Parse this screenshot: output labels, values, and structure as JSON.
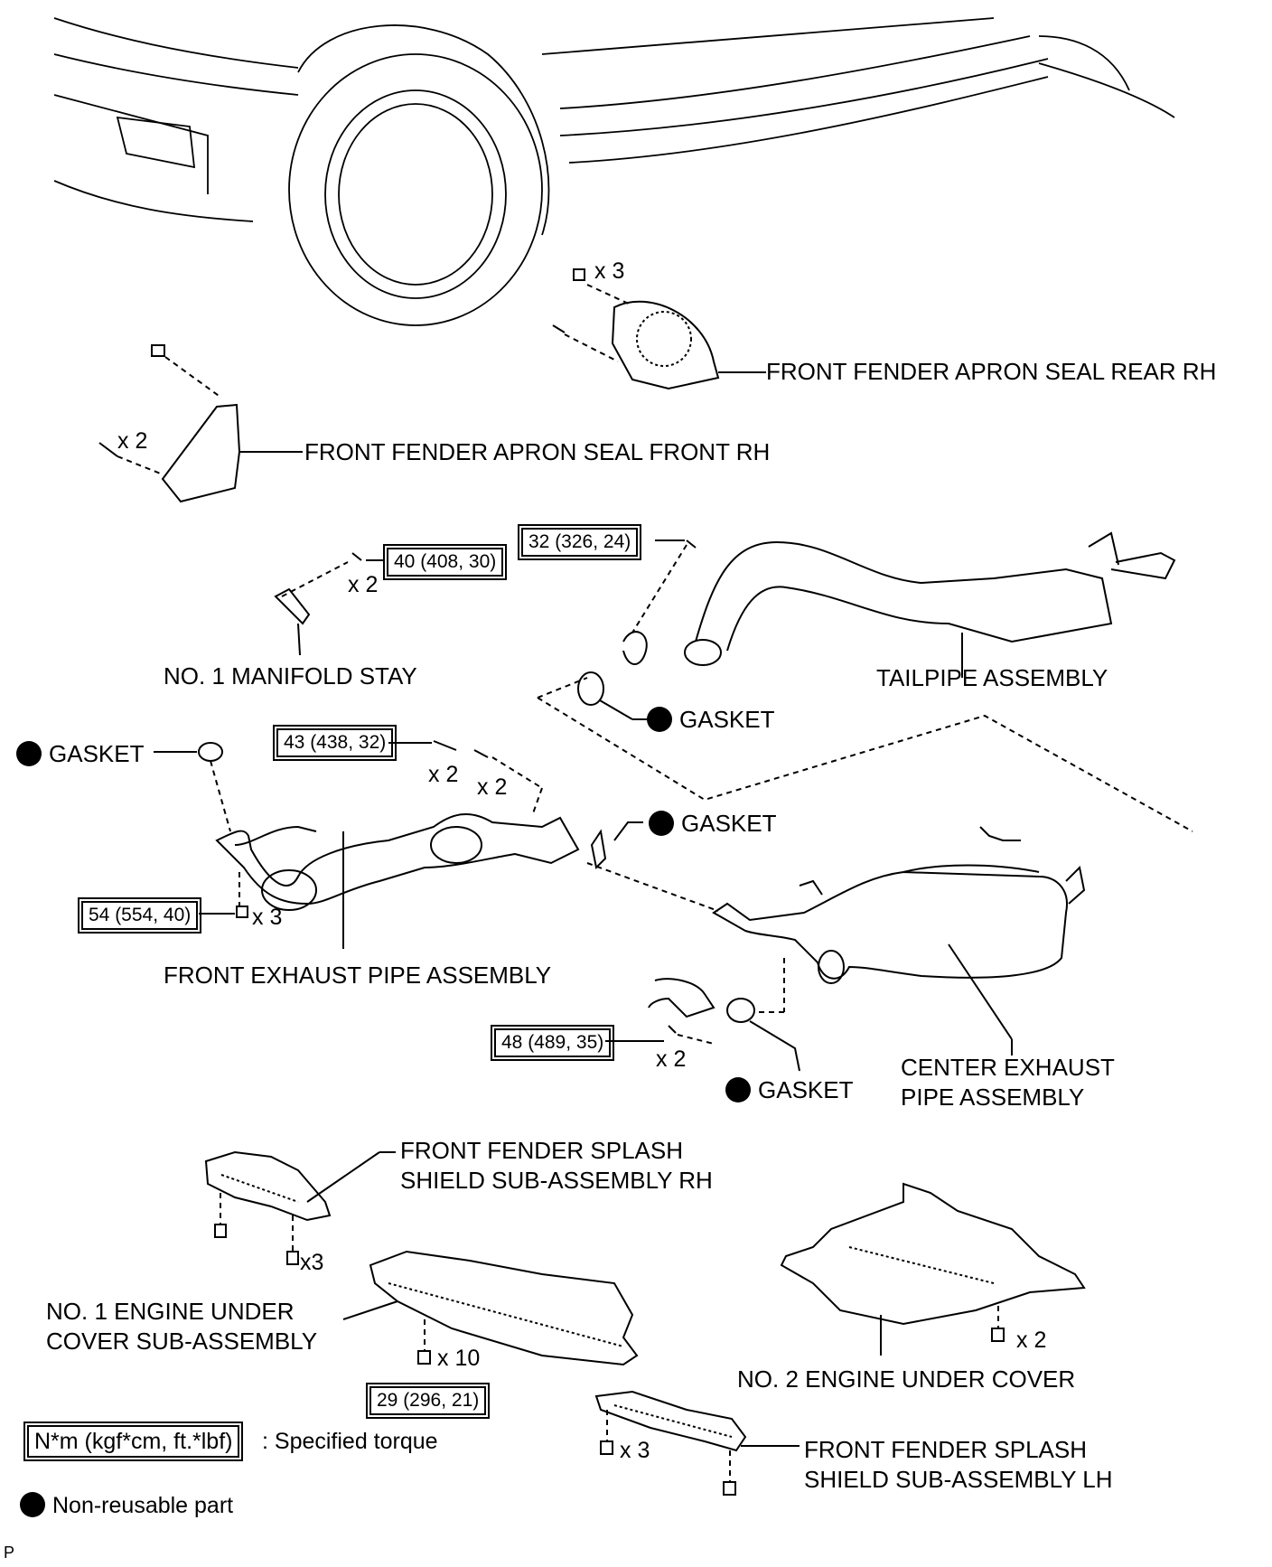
{
  "labels": {
    "seal_rear_rh": "FRONT FENDER APRON SEAL REAR RH",
    "seal_front_rh": "FRONT FENDER APRON SEAL FRONT RH",
    "manifold_stay": "NO. 1 MANIFOLD STAY",
    "tailpipe": "TAILPIPE ASSEMBLY",
    "gasket": "GASKET",
    "front_exhaust": "FRONT EXHAUST PIPE ASSEMBLY",
    "center_exhaust_1": "CENTER EXHAUST",
    "center_exhaust_2": "PIPE ASSEMBLY",
    "splash_rh_1": "FRONT FENDER SPLASH",
    "splash_rh_2": "SHIELD SUB-ASSEMBLY RH",
    "under_cover1_1": "NO. 1 ENGINE UNDER",
    "under_cover1_2": "COVER SUB-ASSEMBLY",
    "under_cover2": "NO. 2 ENGINE UNDER COVER",
    "splash_lh_1": "FRONT FENDER SPLASH",
    "splash_lh_2": "SHIELD SUB-ASSEMBLY LH"
  },
  "torques": {
    "stay": "40 (408, 30)",
    "tailpipe_bolt": "32 (326, 24)",
    "front_bolt": "43 (438, 32)",
    "manifold_nut": "54 (554, 40)",
    "center_bolt": "48 (489, 35)",
    "under_cover_bolt": "29 (296, 21)"
  },
  "quantities": {
    "x2": "x 2",
    "x3": "x 3",
    "x10": "x 10",
    "x3_nospace": "x3"
  },
  "legend": {
    "torque_unit": "N*m (kgf*cm, ft.*lbf)",
    "torque_desc": ": Specified torque",
    "non_reusable": "Non-reusable part"
  },
  "corner_code": "P"
}
